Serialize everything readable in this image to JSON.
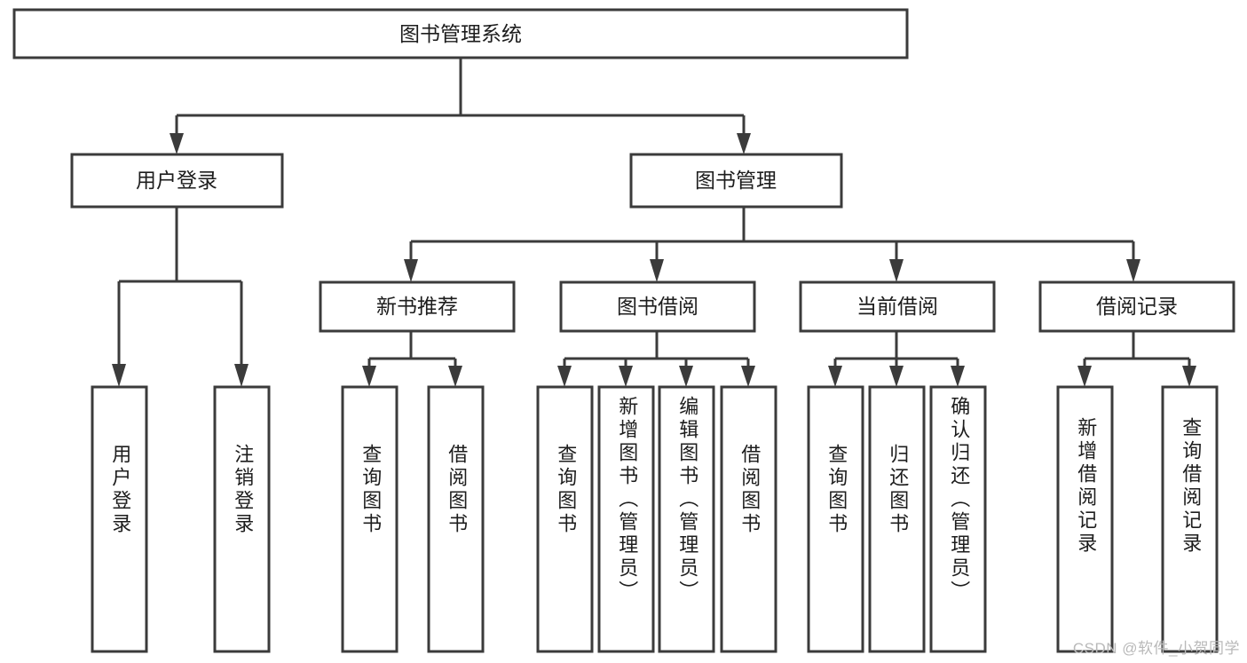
{
  "diagram": {
    "title": "图书管理系统",
    "type": "hierarchy-tree",
    "watermark": "CSDN @软件_小贺同学",
    "colors": {
      "stroke": "#3b3b3b",
      "fill": "#ffffff",
      "text": "#1d1d1d",
      "watermark": "#b9b9b9"
    },
    "root": {
      "label": "图书管理系统"
    },
    "level2": [
      {
        "label": "用户登录"
      },
      {
        "label": "图书管理"
      }
    ],
    "level3": [
      {
        "label": "新书推荐"
      },
      {
        "label": "图书借阅"
      },
      {
        "label": "当前借阅"
      },
      {
        "label": "借阅记录"
      }
    ],
    "leaves": {
      "user_login": [
        {
          "label": "用户登录"
        },
        {
          "label": "注销登录"
        }
      ],
      "new_book": [
        {
          "label": "查询图书"
        },
        {
          "label": "借阅图书"
        }
      ],
      "book_borrow": [
        {
          "label": "查询图书"
        },
        {
          "label": "新增图书（管理员）"
        },
        {
          "label": "编辑图书（管理员）"
        },
        {
          "label": "借阅图书"
        }
      ],
      "current_borrow": [
        {
          "label": "查询图书"
        },
        {
          "label": "归还图书"
        },
        {
          "label": "确认归还（管理员）"
        }
      ],
      "borrow_record": [
        {
          "label": "新增借阅记录"
        },
        {
          "label": "查询借阅记录"
        }
      ]
    }
  }
}
